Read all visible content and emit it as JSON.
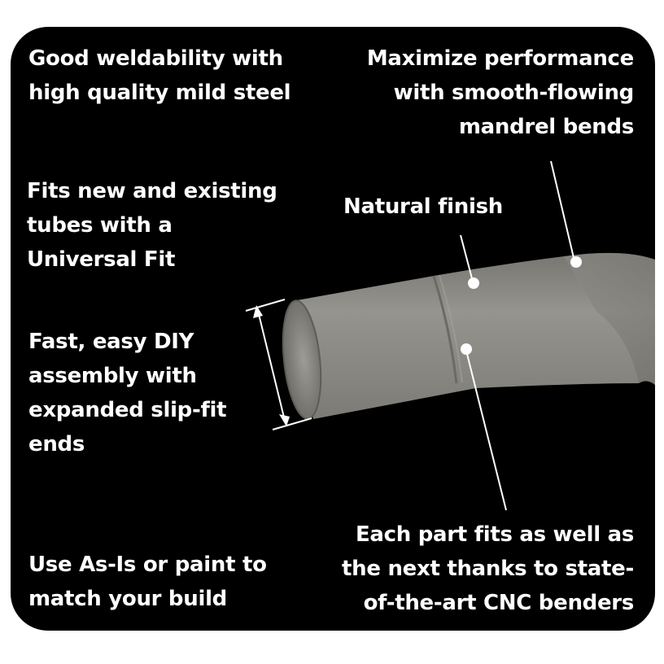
{
  "colors": {
    "background": "#000000",
    "text": "#ffffff",
    "tube": "#8c8a85"
  },
  "features": {
    "weldability": "Good weldability with\nhigh quality mild steel",
    "performance": "Maximize performance\nwith smooth-flowing\nmandrel bends",
    "universal_fit": "Fits new and existing\ntubes with a\nUniversal Fit",
    "finish": "Natural finish",
    "assembly": "Fast, easy DIY\nassembly with\nexpanded slip-fit\nends",
    "precision": "Each part fits as well as\nthe next thanks to state-\nof-the-art CNC benders",
    "paint": "Use As-Is or paint to\nmatch your build"
  }
}
